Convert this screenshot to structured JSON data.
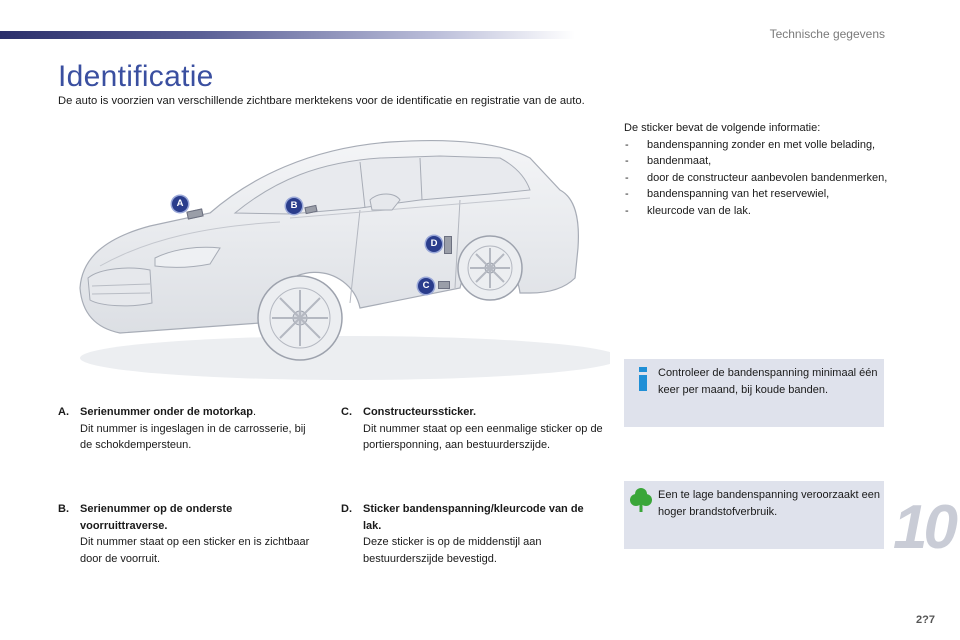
{
  "header": {
    "section_title": "Technische gegevens"
  },
  "page": {
    "title": "Identificatie",
    "intro": "De auto is voorzien van verschillende zichtbare merktekens voor de identificatie en registratie van de auto."
  },
  "figure": {
    "markers": [
      "A",
      "B",
      "C",
      "D"
    ]
  },
  "sticker_info": {
    "intro": "De sticker bevat de volgende informatie:",
    "items": [
      "bandenspanning zonder en met volle belading,",
      "bandenmaat,",
      "door de constructeur aanbevolen bandenmerken,",
      "bandenspanning van het reservewiel,",
      "kleurcode van de lak."
    ]
  },
  "sections": {
    "a": {
      "letter": "A.",
      "heading": "Serienummer onder de motorkap",
      "body": "Dit nummer is ingeslagen in de carrosserie, bij de schokdempersteun."
    },
    "b": {
      "letter": "B.",
      "heading": "Serienummer op de onderste voorruittraverse.",
      "body": "Dit nummer staat op een sticker en is zichtbaar door de voorruit."
    },
    "c": {
      "letter": "C.",
      "heading": "Constructeurssticker.",
      "body": "Dit nummer staat op een eenmalige sticker op de portiersponning, aan bestuurderszijde."
    },
    "d": {
      "letter": "D.",
      "heading": "Sticker bandenspanning/kleurcode van de lak.",
      "body": "Deze sticker is op de middenstijl aan bestuurderszijde bevestigd."
    }
  },
  "info_box": {
    "text": "Controleer de bandenspanning minimaal één keer per maand, bij koude banden."
  },
  "eco_box": {
    "text": "Een te lage bandenspanning veroorzaakt een hoger brandstofverbruik."
  },
  "footer": {
    "chapter": "10",
    "page_number": "2?7"
  },
  "colors": {
    "accent": "#3a4fa0",
    "marker": "#2a3d8c",
    "box_bg": "#dfe2ec",
    "eco_icon": "#3aa639"
  }
}
